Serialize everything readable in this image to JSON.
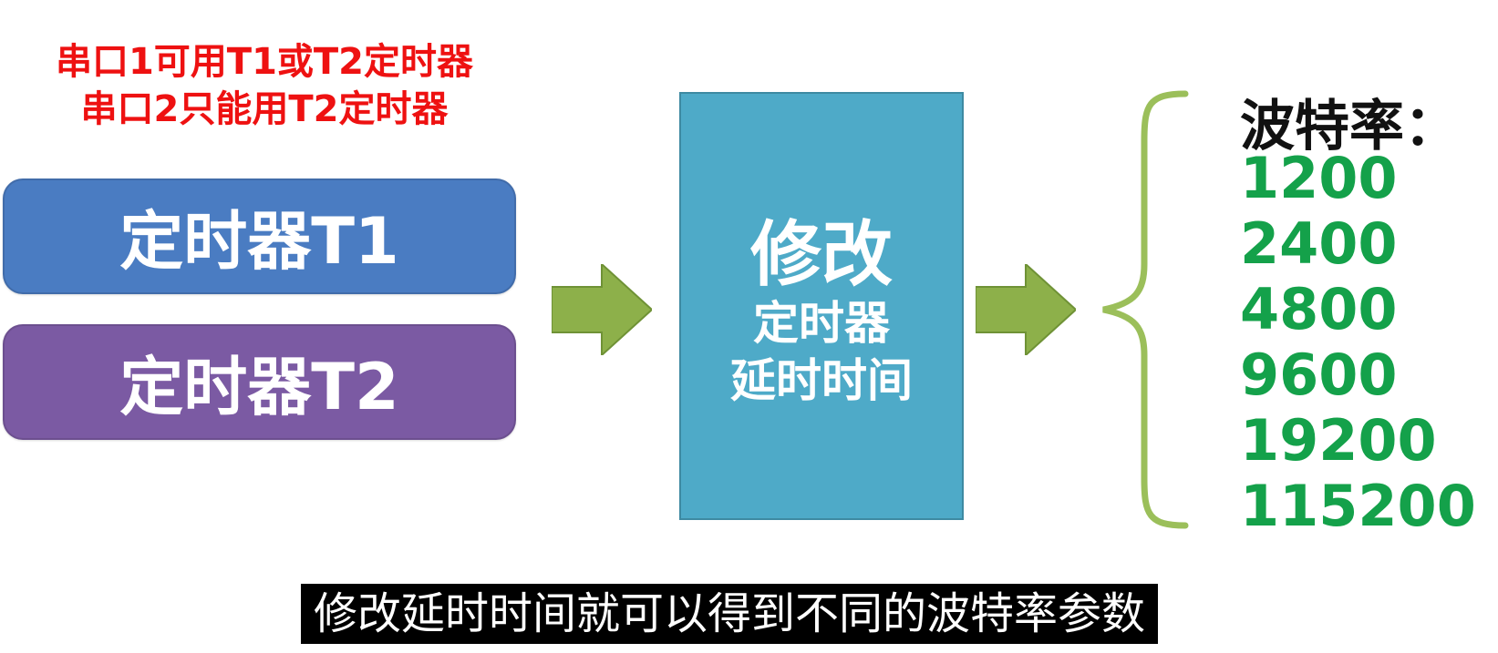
{
  "notes": {
    "line1": "串口1可用T1或T2定时器",
    "line2": "串口2只能用T2定时器",
    "color": "#ee1111"
  },
  "timers": [
    {
      "label": "定时器T1",
      "color": "#4a7cc2"
    },
    {
      "label": "定时器T2",
      "color": "#7b5aa3"
    }
  ],
  "arrow_color": "#8db04a",
  "center": {
    "title": "修改",
    "line2": "定时器",
    "line3": "延时时间",
    "color": "#4eaac8"
  },
  "brace_color": "#9bbf5a",
  "baud": {
    "title": "波特率：",
    "values": [
      "1200",
      "2400",
      "4800",
      "9600",
      "19200",
      "115200"
    ],
    "color": "#14a14a"
  },
  "subtitle": "修改延时时间就可以得到不同的波特率参数"
}
